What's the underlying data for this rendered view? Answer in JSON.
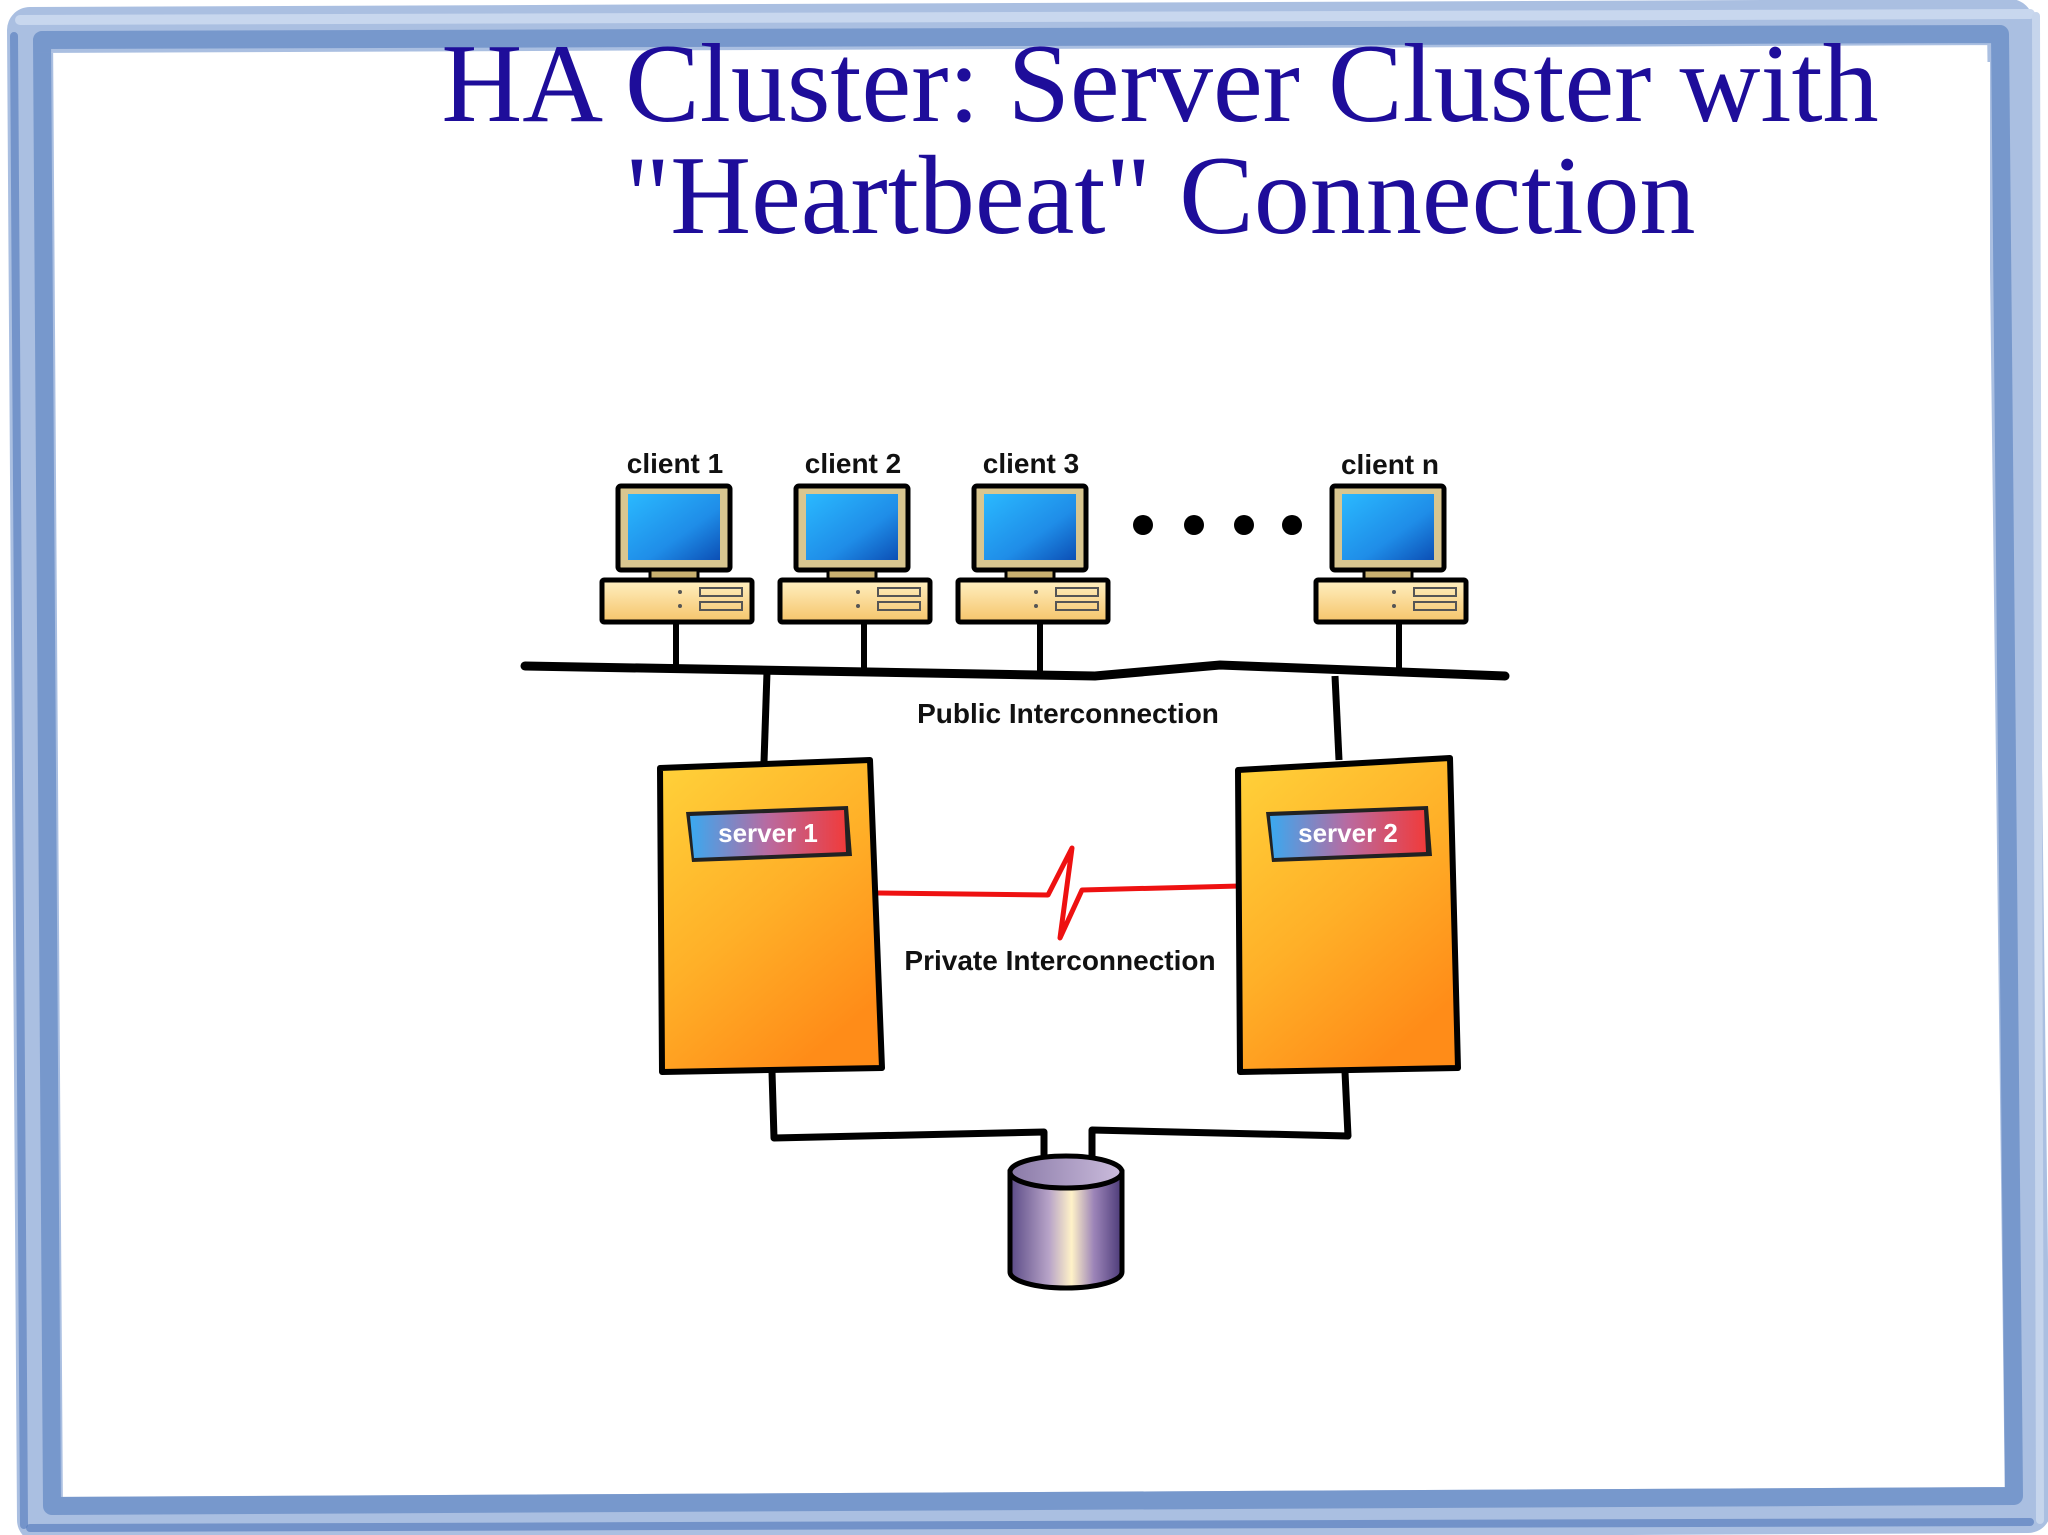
{
  "slide": {
    "title_lines": [
      "HA Cluster: Server Cluster with",
      "\"Heartbeat\" Connection"
    ]
  },
  "diagram": {
    "clients": [
      {
        "label": "client 1"
      },
      {
        "label": "client 2"
      },
      {
        "label": "client 3"
      },
      {
        "label": "client n"
      }
    ],
    "ellipsis": "• • • •",
    "public_label": "Public Interconnection",
    "private_label": "Private Interconnection",
    "servers": [
      {
        "label": "server 1"
      },
      {
        "label": "server 2"
      }
    ],
    "storage": {
      "icon": "database-cylinder-icon"
    }
  },
  "colors": {
    "title": "#1e0d9a",
    "frame": "#7f9fcf",
    "server_fill_top": "#ffd23a",
    "server_fill_bottom": "#ff8c18",
    "heartbeat": "#ee1111",
    "screen": "#1f8de8"
  }
}
